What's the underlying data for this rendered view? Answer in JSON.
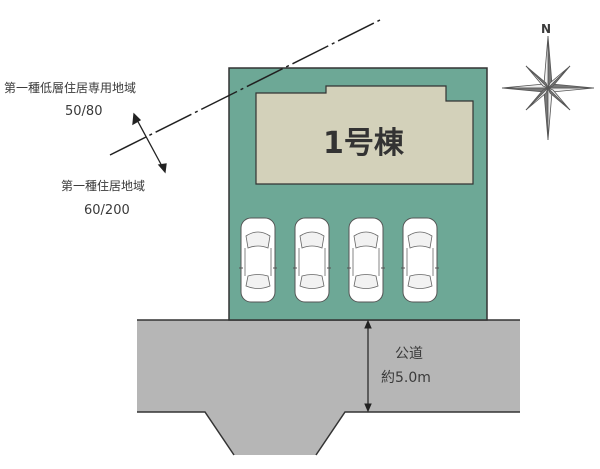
{
  "zones": {
    "upper": {
      "name": "第一種低層住居専用地域",
      "ratio": "50/80"
    },
    "lower": {
      "name": "第一種住居地域",
      "ratio": "60/200"
    }
  },
  "building": {
    "label": "1号棟"
  },
  "parking": {
    "car_count": 4
  },
  "road": {
    "type": "公道",
    "width": "約5.0m"
  },
  "compass": {
    "north": "N"
  },
  "colors": {
    "lot": "#6da896",
    "building": "#d3d1ba",
    "road": "#b6b6b6"
  }
}
